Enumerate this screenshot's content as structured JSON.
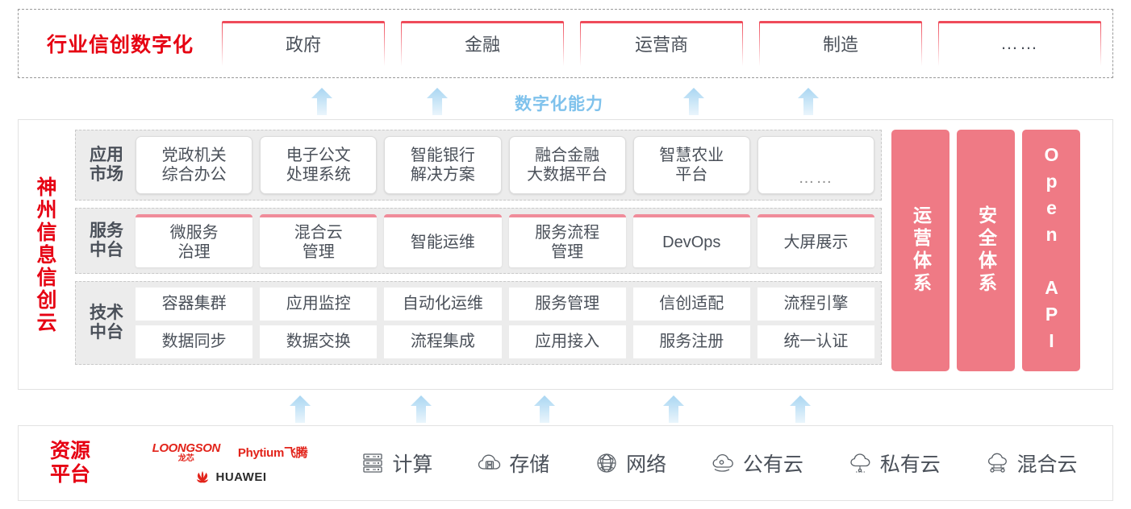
{
  "industry": {
    "title": "行业信创数字化",
    "boxes": [
      {
        "label": "政府"
      },
      {
        "label": "金融"
      },
      {
        "label": "运营商"
      },
      {
        "label": "制造"
      },
      {
        "label": "……"
      }
    ]
  },
  "capability": {
    "label": "数字化能力",
    "arrow_color": "#bfdff5",
    "count_top": 4,
    "count_bottom": 5
  },
  "cloud": {
    "title": "神州信息信创云",
    "rows": [
      {
        "label": "应用\n市场",
        "cells": [
          {
            "label": "党政机关\n综合办公"
          },
          {
            "label": "电子公文\n处理系统"
          },
          {
            "label": "智能银行\n解决方案"
          },
          {
            "label": "融合金融\n大数据平台"
          },
          {
            "label": "智慧农业\n平台"
          },
          {
            "label": "……"
          }
        ]
      },
      {
        "label": "服务\n中台",
        "cells": [
          {
            "label": "微服务\n治理"
          },
          {
            "label": "混合云\n管理"
          },
          {
            "label": "智能运维"
          },
          {
            "label": "服务流程\n管理"
          },
          {
            "label": "DevOps"
          },
          {
            "label": "大屏展示"
          }
        ]
      },
      {
        "label": "技术\n中台",
        "lines": [
          [
            {
              "label": "容器集群"
            },
            {
              "label": "应用监控"
            },
            {
              "label": "自动化运维"
            },
            {
              "label": "服务管理"
            },
            {
              "label": "信创适配"
            },
            {
              "label": "流程引擎"
            }
          ],
          [
            {
              "label": "数据同步"
            },
            {
              "label": "数据交换"
            },
            {
              "label": "流程集成"
            },
            {
              "label": "应用接入"
            },
            {
              "label": "服务注册"
            },
            {
              "label": "统一认证"
            }
          ]
        ]
      }
    ],
    "side_panels": [
      {
        "label": "运营体系",
        "type": "cn"
      },
      {
        "label": "安全体系",
        "type": "cn"
      },
      {
        "label": "Open API",
        "type": "en"
      }
    ],
    "panel_color": "#ef7a85"
  },
  "resource": {
    "title": "资源\n平台",
    "title_line1": "资源",
    "title_line2": "平台",
    "vendors": [
      {
        "name": "LOONGSON",
        "sub": "龙芯",
        "icon": "loongson-logo"
      },
      {
        "name": "Phytium飞腾",
        "icon": "phytium-logo"
      },
      {
        "name": "HUAWEI",
        "icon": "huawei-logo"
      }
    ],
    "items": [
      {
        "label": "计算",
        "icon": "server-icon"
      },
      {
        "label": "存储",
        "icon": "cloud-storage-icon"
      },
      {
        "label": "网络",
        "icon": "network-globe-icon"
      },
      {
        "label": "公有云",
        "icon": "public-cloud-icon"
      },
      {
        "label": "私有云",
        "icon": "private-cloud-icon"
      },
      {
        "label": "混合云",
        "icon": "hybrid-cloud-icon"
      }
    ]
  },
  "colors": {
    "brand_red": "#e60012",
    "accent_pink": "#ef4b5a",
    "panel_pink": "#ef7a85",
    "arrow_blue": "#bfdff5",
    "row_bg": "#ececec"
  }
}
